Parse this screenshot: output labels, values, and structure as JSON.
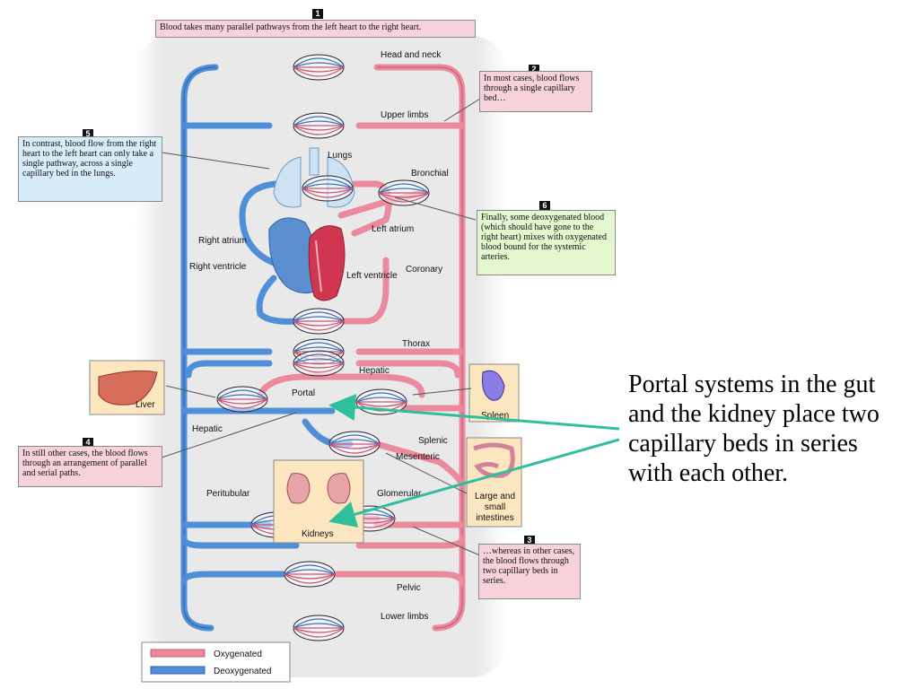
{
  "colors": {
    "oxygenated": "#ea8a9c",
    "deoxygenated": "#4f8fd8",
    "arrow": "#2fbf9c",
    "panel": "#ececec"
  },
  "vessels": {
    "head_neck": "Head and neck",
    "upper_limbs": "Upper limbs",
    "lungs": "Lungs",
    "bronchial": "Bronchial",
    "left_atrium": "Left atrium",
    "right_atrium": "Right atrium",
    "right_ventricle": "Right ventricle",
    "left_ventricle": "Left ventricle",
    "coronary": "Coronary",
    "thorax": "Thorax",
    "hepatic_top": "Hepatic",
    "portal": "Portal",
    "hepatic_left": "Hepatic",
    "splenic": "Splenic",
    "mesenteric": "Mesenteric",
    "peritubular": "Peritubular",
    "glomerular": "Glomerular",
    "pelvic": "Pelvic",
    "lower_limbs": "Lower limbs"
  },
  "organs": {
    "liver": "Liver",
    "spleen": "Spleen",
    "intestines": "Large and small intestines",
    "kidneys": "Kidneys"
  },
  "callouts": [
    {
      "num": "1",
      "text": "Blood takes many parallel pathways from the left heart to the right heart."
    },
    {
      "num": "2",
      "text": "In most cases, blood flows through a single capillary bed…"
    },
    {
      "num": "3",
      "text": "…whereas in other cases, the blood flows through two capillary beds in series."
    },
    {
      "num": "4",
      "text": "In still other cases, the blood flows through an arrangement of parallel and serial paths."
    },
    {
      "num": "5",
      "text": "In contrast, blood flow from the right heart to the left heart can only take a single pathway, across a single capillary bed in the lungs."
    },
    {
      "num": "6",
      "text": "Finally, some deoxygenated blood (which should have gone to the right heart) mixes with oxygenated blood bound for the systemic arteries."
    }
  ],
  "legend": {
    "oxygenated": "Oxygenated",
    "deoxygenated": "Deoxygenated"
  },
  "caption": "Portal systems in the gut and the kidney place two capillary beds in series with each other."
}
